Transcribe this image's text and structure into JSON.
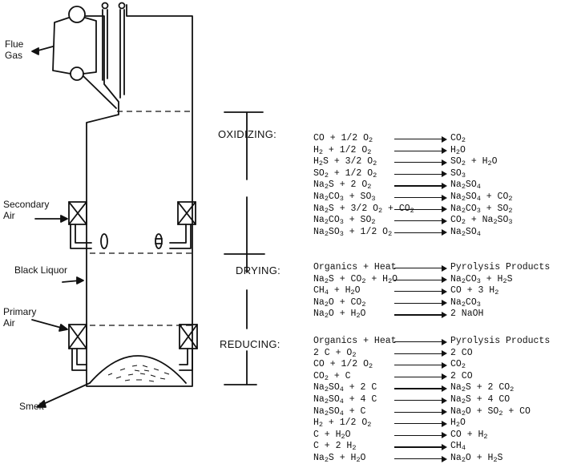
{
  "labels": {
    "flue_gas_line1": "Flue",
    "flue_gas_line2": "Gas",
    "secondary_air_line1": "Secondary",
    "secondary_air_line2": "Air",
    "black_liquor": "Black Liquor",
    "primary_air_line1": "Primary",
    "primary_air_line2": "Air",
    "smelt": "Smelt"
  },
  "zones": [
    {
      "name": "OXIDIZING:",
      "reactions": [
        {
          "left": "CO + 1/2 O_2",
          "right": "CO_2"
        },
        {
          "left": "H_2 + 1/2 O_2",
          "right": "H_2O"
        },
        {
          "left": "H_2S + 3/2 O_2",
          "right": "SO_2 + H_2O"
        },
        {
          "left": "SO_2 + 1/2 O_2",
          "right": "SO_3"
        },
        {
          "left": "Na_2S + 2 O_2",
          "right": "Na_2SO_4"
        },
        {
          "left": "Na_2CO_3 + SO_3",
          "right": "Na_2SO_4 + CO_2"
        },
        {
          "left": "Na_2S + 3/2 O_2 + CO_2",
          "right": "Na_2CO_3 + SO_2"
        },
        {
          "left": "Na_2CO_3 + SO_2",
          "right": "CO_2 + Na_2SO_3"
        },
        {
          "left": "Na_2SO_3 + 1/2 O_2",
          "right": "Na_2SO_4"
        }
      ]
    },
    {
      "name": "DRYING:",
      "reactions": [
        {
          "left": "Organics + Heat",
          "right": "Pyrolysis Products"
        },
        {
          "left": "Na_2S + CO_2 + H_2O",
          "right": "Na_2CO_3 + H_2S"
        },
        {
          "left": "CH_4 + H_2O",
          "right": "CO + 3 H_2"
        },
        {
          "left": "Na_2O + CO_2",
          "right": "Na_2CO_3"
        },
        {
          "left": "Na_2O + H_2O",
          "right": "2 NaOH"
        }
      ]
    },
    {
      "name": "REDUCING:",
      "reactions": [
        {
          "left": "Organics + Heat",
          "right": "Pyrolysis Products"
        },
        {
          "left": "2 C + O_2",
          "right": "2 CO"
        },
        {
          "left": "CO + 1/2 O_2",
          "right": "CO_2"
        },
        {
          "left": "CO_2 + C",
          "right": "2 CO"
        },
        {
          "left": "Na_2SO_4 + 2 C",
          "right": "Na_2S + 2 CO_2"
        },
        {
          "left": "Na_2SO_4 + 4 C",
          "right": "Na_2S + 4 CO"
        },
        {
          "left": "Na_2SO_4 + C",
          "right": "Na_2O + SO_2 + CO"
        },
        {
          "left": "H_2 + 1/2 O_2",
          "right": "H_2O"
        },
        {
          "left": "C + H_2O",
          "right": "CO + H_2"
        },
        {
          "left": "C + 2 H_2",
          "right": "CH_4"
        },
        {
          "left": "Na_2S + H_2O",
          "right": "Na_2O + H_2S"
        }
      ]
    }
  ]
}
